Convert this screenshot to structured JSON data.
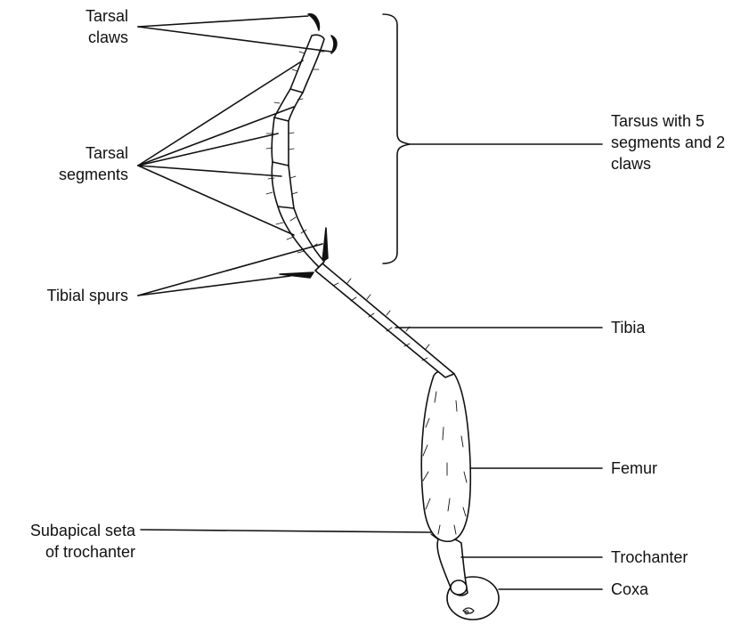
{
  "diagram": {
    "labels": {
      "tarsal_claws": [
        "Tarsal",
        "claws"
      ],
      "tarsal_segments": [
        "Tarsal",
        "segments"
      ],
      "tibial_spurs": "Tibial spurs",
      "subapical_seta": [
        "Subapical seta",
        "of trochanter"
      ],
      "tarsus": [
        "Tarsus with 5",
        "segments and 2",
        "claws"
      ],
      "tibia": "Tibia",
      "femur": "Femur",
      "trochanter": "Trochanter",
      "coxa": "Coxa"
    },
    "colors": {
      "ink": "#111111",
      "background": "#ffffff"
    }
  }
}
